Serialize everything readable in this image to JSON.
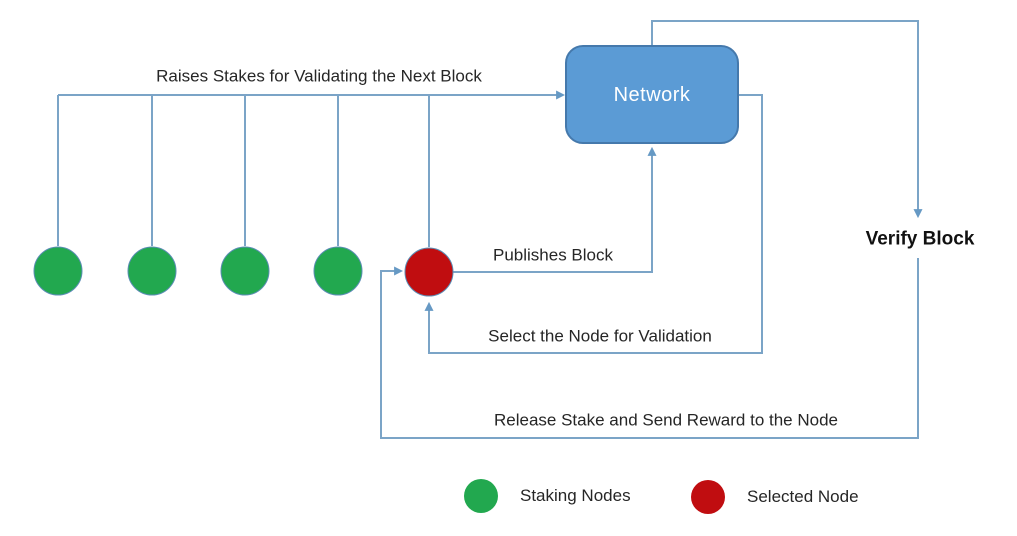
{
  "diagram": {
    "title_implicit": "Proof of Stake flow",
    "network_label": "Network",
    "labels": {
      "raises_stakes": "Raises Stakes for Validating the Next Block",
      "publishes_block": "Publishes Block",
      "select_node": "Select the Node for Validation",
      "release_stake": "Release Stake and Send Reward to the Node",
      "verify_block": "Verify Block"
    },
    "nodes": {
      "staking_count": 4,
      "selected_count": 1
    },
    "colors": {
      "staking_node": "#22a84f",
      "selected_node": "#c00d10",
      "network_fill": "#5b9bd5",
      "network_border": "#4579ac",
      "connector": "#7ba4c7",
      "text": "#262626"
    }
  },
  "legend": {
    "items": [
      {
        "label": "Staking Nodes",
        "color": "#22a84f"
      },
      {
        "label": "Selected Node",
        "color": "#c00d10"
      }
    ]
  }
}
